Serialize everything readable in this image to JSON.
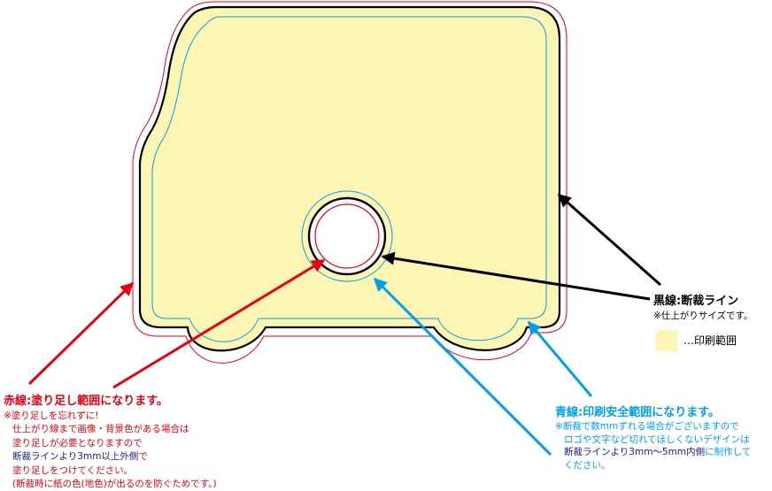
{
  "colors": {
    "bleed_line": "#e60012",
    "trim_line": "#000000",
    "safe_line": "#00a0e9",
    "print_area": "#fcf5b4",
    "navy_text": "#1d2088"
  },
  "red_section": {
    "title": "赤線:塗り足し範囲になります。",
    "note1": "※塗り足しを忘れずに!",
    "note2": "仕上がり線まで画像・背景色がある場合は",
    "note3": "塗り足しが必要となりますので",
    "note4": "断裁ラインより3mm以上外側",
    "note4_tail": "で",
    "note5": "塗り足しをつけてください。",
    "note6": "(断裁時に紙の色(地色)が出るのを防ぐためです。)"
  },
  "blue_section": {
    "title": "青線:印刷安全範囲になります。",
    "note1": "※断裁で数mmずれる場合がございますので",
    "note2": "ロゴや文字など切れてほしくないデザインは",
    "note3": "断裁ラインより3mm〜5mm内側",
    "note3_tail": "に制作して",
    "note4": "ください。"
  },
  "black_section": {
    "title": "黒線:断裁ライン",
    "note": "※仕上がりサイズです。"
  },
  "legend": {
    "label": "…印刷範囲"
  }
}
